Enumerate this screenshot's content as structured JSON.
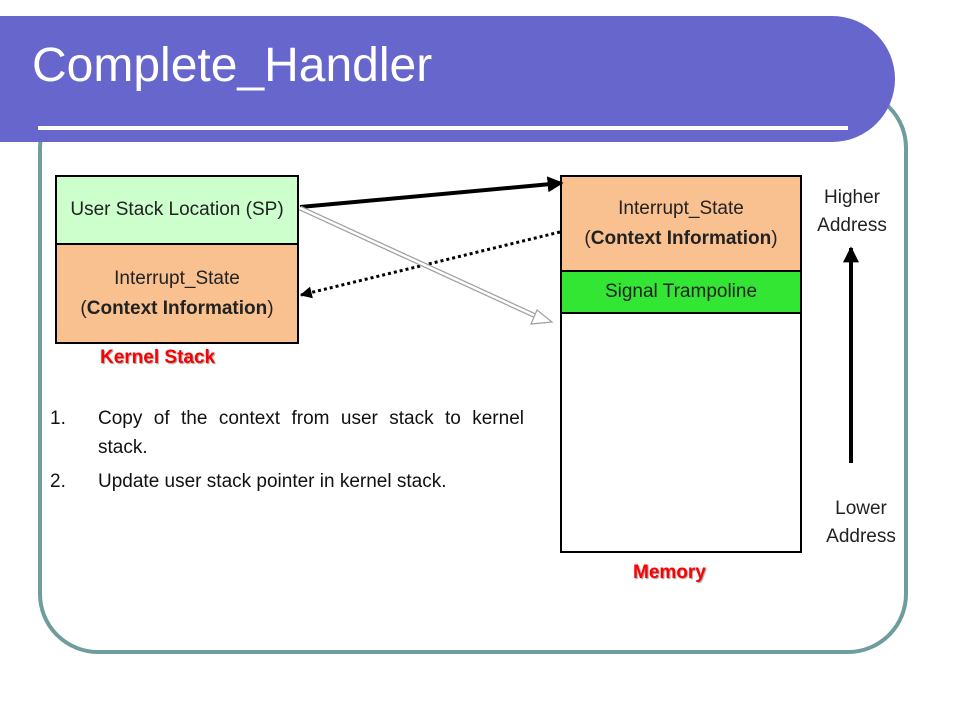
{
  "title": "Complete_Handler",
  "kernel_stack": {
    "user_stack_location": "User Stack Location (SP)",
    "interrupt_state": "Interrupt_State",
    "context_open": "(",
    "context_bold": "Context Information",
    "context_close": ")",
    "caption": "Kernel Stack"
  },
  "memory": {
    "interrupt_state": "Interrupt_State",
    "context_open": "(",
    "context_bold": "Context Information",
    "context_close": ")",
    "signal_trampoline": "Signal Trampoline",
    "caption": "Memory"
  },
  "address": {
    "higher": "Higher Address",
    "lower": "Lower Address"
  },
  "steps": [
    {
      "number": "1.",
      "text": "Copy of the context from user stack to kernel stack."
    },
    {
      "number": "2.",
      "text": "Update user stack pointer in kernel stack."
    }
  ],
  "colors": {
    "title_bar": "#6666cc",
    "frame": "#6f9c9c",
    "user_stack_box": "#ccffcc",
    "context_box": "#f9c090",
    "signal_trampoline_box": "#33e633",
    "caption": "#ff0000"
  }
}
